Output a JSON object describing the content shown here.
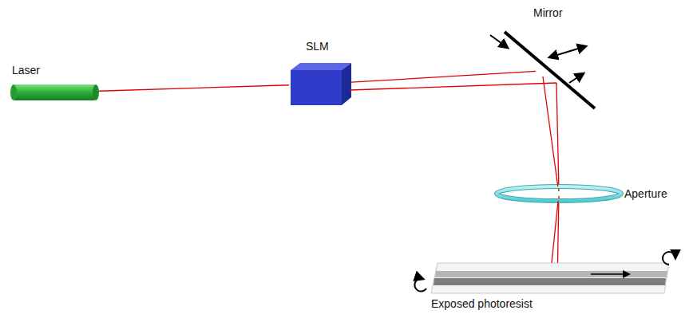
{
  "diagram": {
    "nodes": [
      {
        "text": [
          "Laser"
        ]
      },
      {
        "text": [
          "SLM"
        ]
      },
      {
        "text": [
          "Mirror"
        ]
      },
      {
        "text": [
          "Aperture"
        ]
      },
      {
        "text": [
          "Exposed photoresist"
        ]
      }
    ],
    "edges": [
      {
        "from": 0,
        "to": 1,
        "arrow": "none"
      },
      {
        "from": 1,
        "to": 2,
        "arrow": "none"
      },
      {
        "from": 2,
        "to": 3,
        "arrow": "none"
      },
      {
        "from": 3,
        "to": 4,
        "arrow": "none"
      }
    ]
  }
}
